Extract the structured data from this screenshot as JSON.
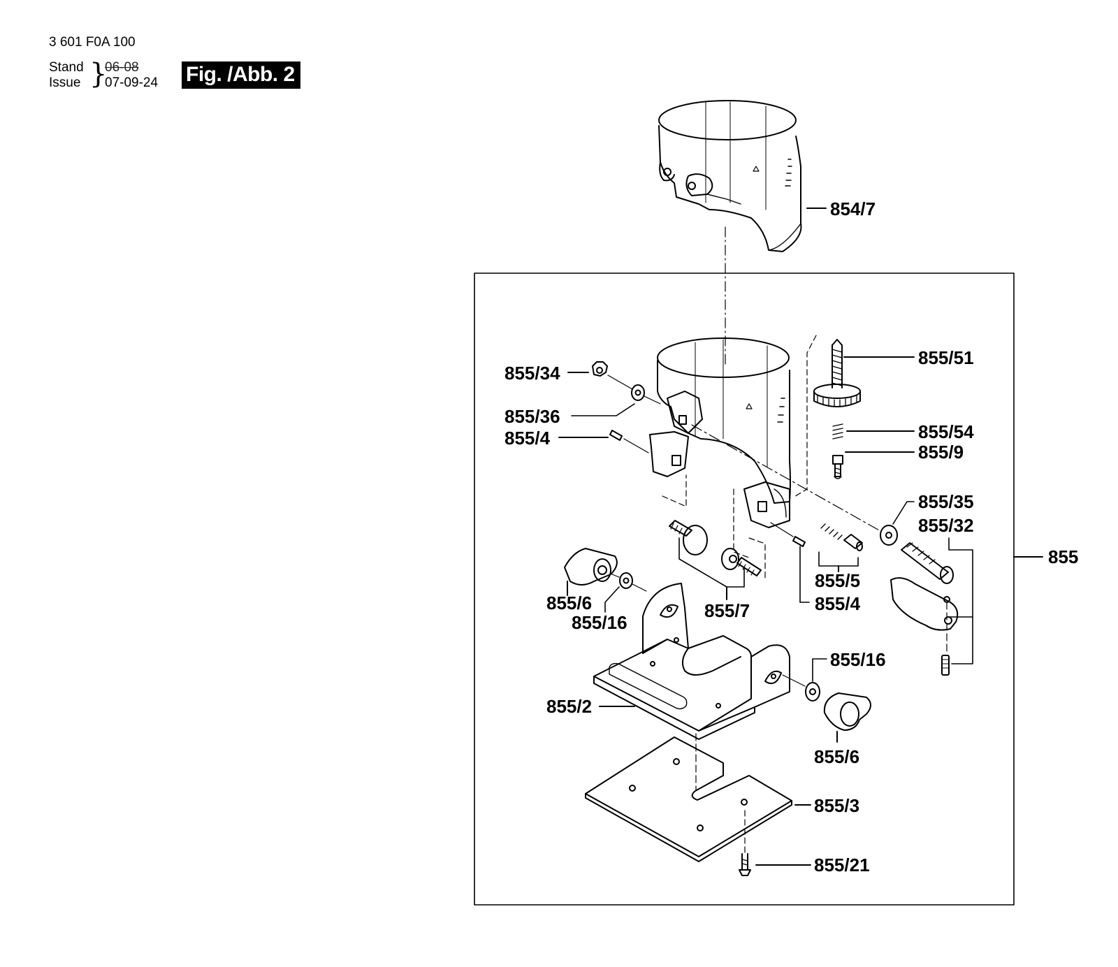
{
  "header": {
    "part_number": "3 601 F0A 100",
    "stand_label": "Stand",
    "issue_label": "Issue",
    "stand_date": "06-08",
    "issue_date": "07-09-24",
    "figure_label": "Fig. /Abb. 2"
  },
  "callouts": {
    "housing_ring": "854/7",
    "assembly": "855",
    "nut": "855/34",
    "washer_top": "855/36",
    "pin_left": "855/4",
    "knob_screw": "855/51",
    "spring_small": "855/54",
    "screw_small": "855/9",
    "washer_right": "855/35",
    "bolt_right": "855/32",
    "spring_pin": "855/5",
    "pin_right": "855/4",
    "clamp_bolts": "855/7",
    "wing_knob_left": "855/6",
    "washer_left": "855/16",
    "washer_lower_right": "855/16",
    "bracket": "855/2",
    "wing_knob_right": "855/6",
    "base_plate": "855/3",
    "screw_base": "855/21"
  },
  "colors": {
    "line": "#000000",
    "background": "#ffffff",
    "badge_bg": "#000000",
    "badge_text": "#ffffff"
  }
}
